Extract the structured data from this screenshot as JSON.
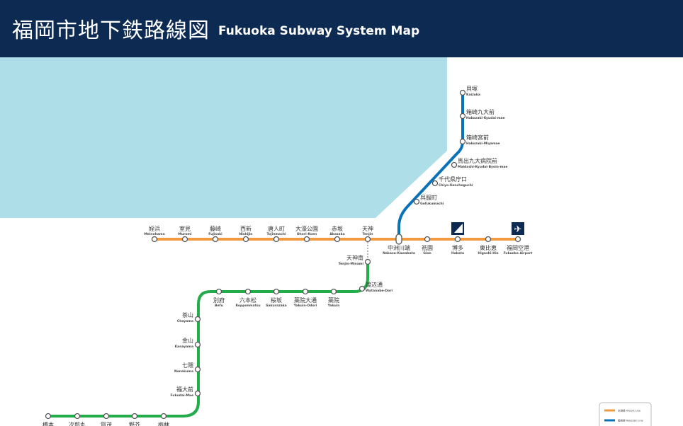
{
  "header": {
    "title_ja": "福岡市地下鉄路線図",
    "title_en": "Fukuoka Subway System Map"
  },
  "colors": {
    "header_bg": "#0d2a52",
    "sea": "#aedfe9",
    "airport_line": "#f29a3f",
    "hakozaki_line": "#0a72b8",
    "nanakuma_line": "#22ad4a",
    "icon_bg": "#0d2a52"
  },
  "lines": [
    {
      "id": "airport",
      "color": "#f29a3f"
    },
    {
      "id": "hakozaki",
      "color": "#0a72b8"
    },
    {
      "id": "nanakuma",
      "color": "#22ad4a"
    }
  ],
  "stations": [
    {
      "id": "meinohama",
      "ja": "姪浜",
      "en": "Meinohama"
    },
    {
      "id": "muromi",
      "ja": "室見",
      "en": "Muromi"
    },
    {
      "id": "fujisaki",
      "ja": "藤崎",
      "en": "Fujisaki"
    },
    {
      "id": "nishijin",
      "ja": "西新",
      "en": "Nishijin"
    },
    {
      "id": "tojinmachi",
      "ja": "唐人町",
      "en": "Tojinmachi"
    },
    {
      "id": "ohorikoen",
      "ja": "大濠公園",
      "en": "Ohori-Koen"
    },
    {
      "id": "akasaka",
      "ja": "赤坂",
      "en": "Akasaka"
    },
    {
      "id": "tenjin",
      "ja": "天神",
      "en": "Tenjin"
    },
    {
      "id": "nakasu",
      "ja": "中洲川端",
      "en": "Nakasu-Kawabata"
    },
    {
      "id": "gion",
      "ja": "祇園",
      "en": "Gion"
    },
    {
      "id": "hakata",
      "ja": "博多",
      "en": "Hakata"
    },
    {
      "id": "higashihie",
      "ja": "東比恵",
      "en": "Higashi-Hie"
    },
    {
      "id": "airport",
      "ja": "福岡空港",
      "en": "Fukuoka Airport"
    },
    {
      "id": "gofukumachi",
      "ja": "呉服町",
      "en": "Gofukumachi"
    },
    {
      "id": "chiyo",
      "ja": "千代県庁口",
      "en": "Chiyo-Kenchoguchi"
    },
    {
      "id": "maidashi",
      "ja": "馬出九大病院前",
      "en": "Maidashi-Kyudai-Byoin-mae"
    },
    {
      "id": "hakozakimiya",
      "ja": "箱崎宮前",
      "en": "Hakozaki-Miyamae"
    },
    {
      "id": "hakozakikyudai",
      "ja": "箱崎九大前",
      "en": "Hakozaki-Kyudai-mae"
    },
    {
      "id": "kaizuka",
      "ja": "貝塚",
      "en": "Kaizuka"
    },
    {
      "id": "tenjinminami",
      "ja": "天神南",
      "en": "Tenjin-Minami"
    },
    {
      "id": "watanabedori",
      "ja": "渡辺通",
      "en": "Watanabe-Dori"
    },
    {
      "id": "yakuin",
      "ja": "薬院",
      "en": "Yakuin"
    },
    {
      "id": "yakuinodori",
      "ja": "薬院大通",
      "en": "Yakuin-Odori"
    },
    {
      "id": "sakurazaka",
      "ja": "桜坂",
      "en": "Sakurazaka"
    },
    {
      "id": "ropponmatsu",
      "ja": "六本松",
      "en": "Ropponmatsu"
    },
    {
      "id": "befu",
      "ja": "別府",
      "en": "Befu"
    },
    {
      "id": "chayama",
      "ja": "茶山",
      "en": "Chayama"
    },
    {
      "id": "kanayama",
      "ja": "金山",
      "en": "Kanayama"
    },
    {
      "id": "nanakuma",
      "ja": "七隈",
      "en": "Nanakuma"
    },
    {
      "id": "fukudaimae",
      "ja": "福大前",
      "en": "Fukudai-Mae"
    },
    {
      "id": "umebayashi",
      "ja": "梅林",
      "en": "",
      "partial": true
    },
    {
      "id": "noke",
      "ja": "野芥",
      "en": "",
      "partial": true
    },
    {
      "id": "kamo",
      "ja": "賀茂",
      "en": "",
      "partial": true
    },
    {
      "id": "jironmaru",
      "ja": "次郎丸",
      "en": "",
      "partial": true
    },
    {
      "id": "hashimoto",
      "ja": "橋本",
      "en": "",
      "partial": true
    }
  ],
  "icons": [
    {
      "id": "shinkansen",
      "name": "shinkansen-icon",
      "glyph": "◢"
    },
    {
      "id": "airplane",
      "name": "airplane-icon",
      "glyph": "✈"
    }
  ],
  "legend": {
    "items": [
      {
        "line": "airport",
        "label": "空港線 Airport Line"
      },
      {
        "line": "hakozaki",
        "label": "箱崎線 Hakozaki Line"
      }
    ]
  }
}
